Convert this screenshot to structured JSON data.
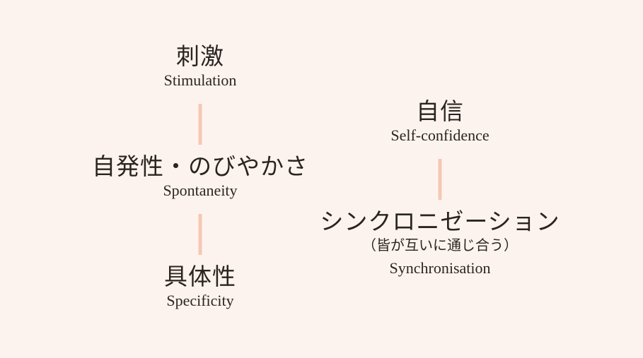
{
  "left_column": {
    "node1": {
      "jp": "刺激",
      "en": "Stimulation"
    },
    "node2": {
      "jp": "自発性・のびやかさ",
      "en": "Spontaneity"
    },
    "node3": {
      "jp": "具体性",
      "en": "Specificity"
    }
  },
  "right_column": {
    "node1": {
      "jp": "自信",
      "en": "Self-confidence"
    },
    "node2": {
      "jp": "シンクロニゼーション",
      "jp_sub": "（皆が互いに通じ合う）",
      "en": "Synchronisation"
    }
  },
  "colors": {
    "background": "#fdf3ee",
    "connector": "#f5c8b4",
    "text": "#2a2420"
  }
}
